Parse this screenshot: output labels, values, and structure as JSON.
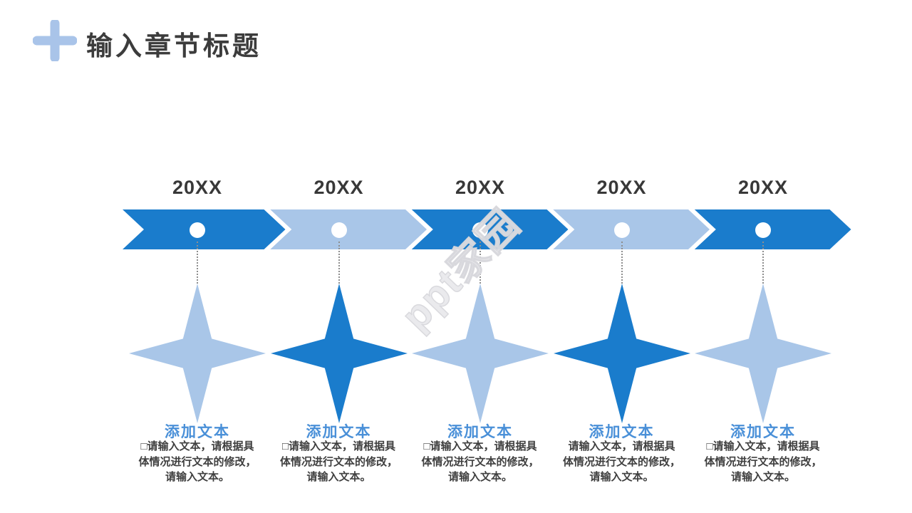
{
  "slide": {
    "title": "输入章节标题",
    "watermark": "ppt家园"
  },
  "colors": {
    "dark_blue": "#1a7ccc",
    "light_blue": "#a9c6e8",
    "heading_blue": "#4a90d8",
    "plus_blue": "#a9c4e9",
    "title_gray": "#3c3c3c",
    "node_white": "#ffffff",
    "connector_gray": "#8e8e8e"
  },
  "timeline": {
    "columns": [
      {
        "year": "20XX",
        "band_color": "#1a7ccc",
        "star_color": "#a9c6e8",
        "heading": "添加文本",
        "body": "□请输入文本，请根据具\n体情况进行文本的修改，\n请输入文本。"
      },
      {
        "year": "20XX",
        "band_color": "#a9c6e8",
        "star_color": "#1a7ccc",
        "heading": "添加文本",
        "body": "□请输入文本，请根据具\n体情况进行文本的修改，\n请输入文本。"
      },
      {
        "year": "20XX",
        "band_color": "#1a7ccc",
        "star_color": "#a9c6e8",
        "heading": "添加文本",
        "body": "□请输入文本，请根据具\n体情况进行文本的修改，\n请输入文本。"
      },
      {
        "year": "20XX",
        "band_color": "#a9c6e8",
        "star_color": "#1a7ccc",
        "heading": "添加文本",
        "body": "请输入文本，请根据具\n体情况进行文本的修改，\n请输入文本。"
      },
      {
        "year": "20XX",
        "band_color": "#1a7ccc",
        "star_color": "#a9c6e8",
        "heading": "添加文本",
        "body": "□请输入文本，请根据具\n体情况进行文本的修改，\n请输入文本。"
      }
    ]
  }
}
